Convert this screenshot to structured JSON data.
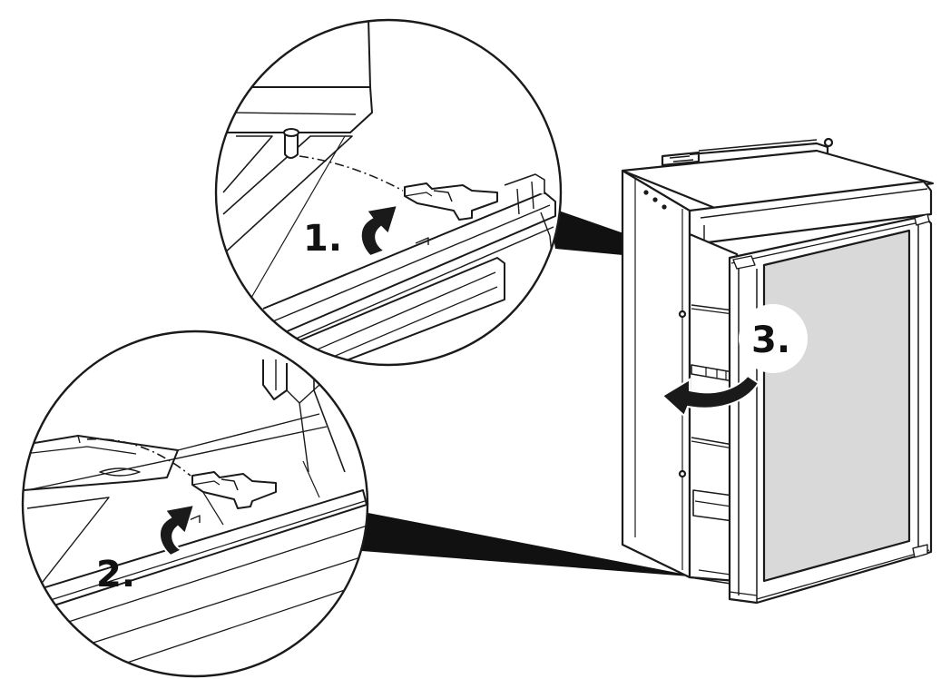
{
  "steps": [
    {
      "label": "1."
    },
    {
      "label": "2."
    },
    {
      "label": "3."
    }
  ],
  "icons": [
    "rotate-arrow-icon",
    "door-swing-arrow-icon"
  ],
  "colors": {
    "line": "#1a1a1a",
    "door_panel": "#d9d9d9",
    "callout_wedge": "#111111",
    "background": "#ffffff"
  }
}
